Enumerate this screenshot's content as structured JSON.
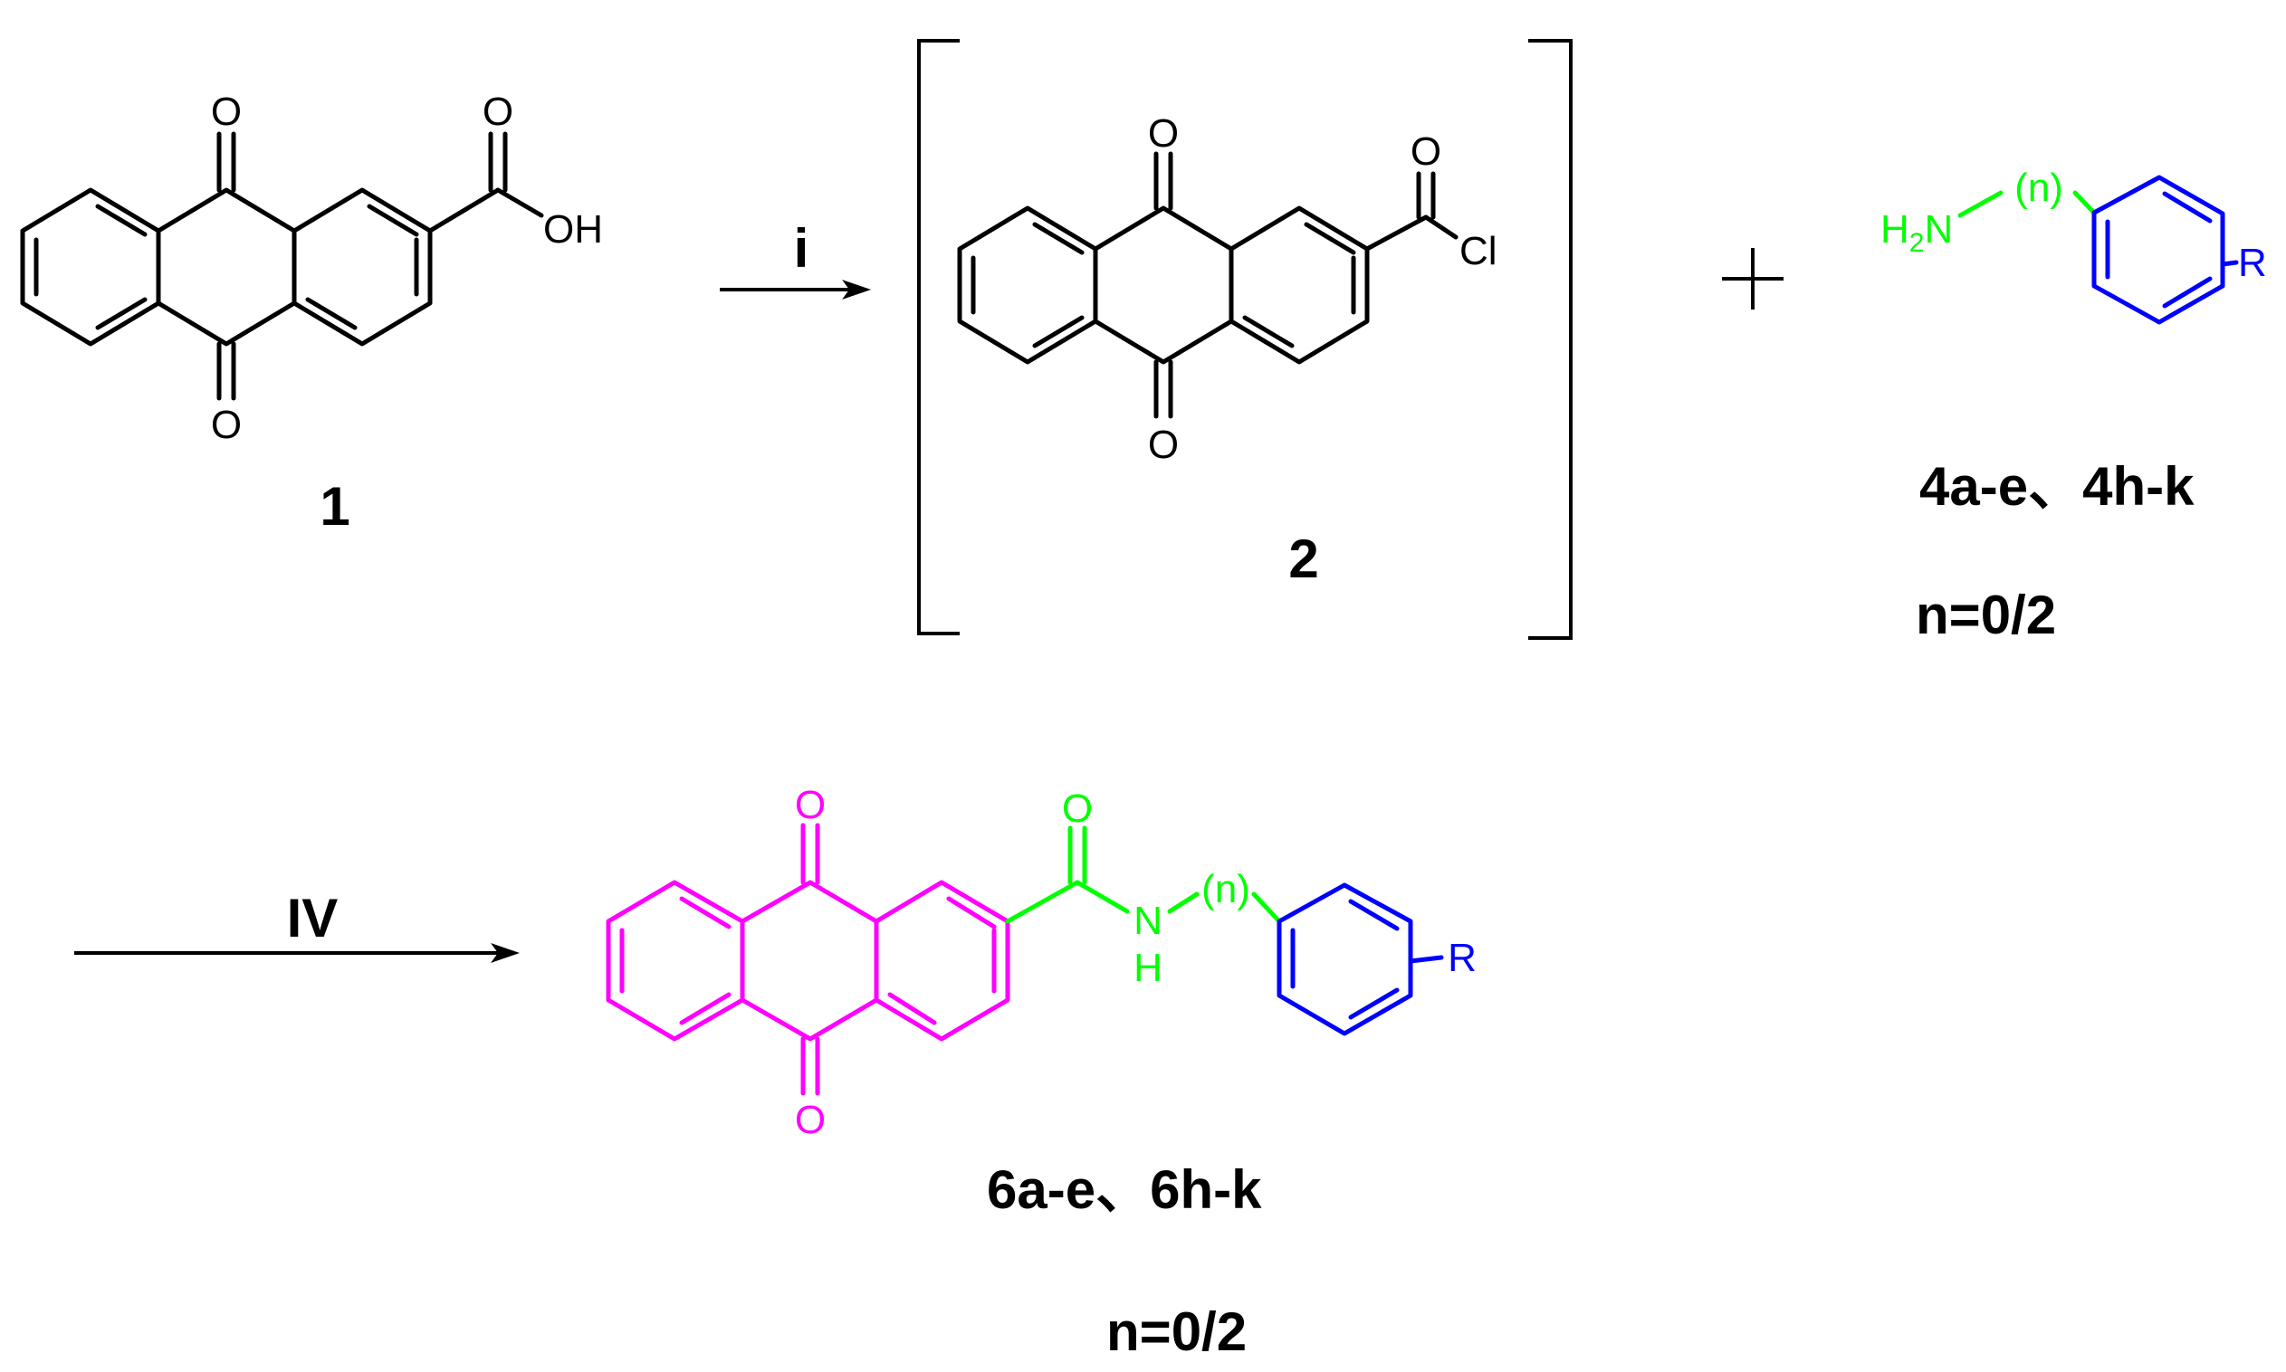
{
  "colors": {
    "default": "#000000",
    "anthraquinone_core": "#ff00ff",
    "amide_linker": "#00ff00",
    "aryl_ring": "#0000ff"
  },
  "atoms": {
    "oxygen": "O",
    "hydroxyl": "OH",
    "chlorine": "Cl",
    "amine_h2": "H",
    "amine_sub": "2",
    "nitrogen": "N",
    "hydrogen": "H",
    "chain": "(n)",
    "substituent": "R"
  },
  "compounds": {
    "c1": "1",
    "c2": "2",
    "c4": "4a-e、4h-k",
    "c4_n": "n=0/2",
    "c6": "6a-e、6h-k",
    "c6_n": "n=0/2"
  },
  "reagents": {
    "step1": "i",
    "step2": "IV"
  }
}
